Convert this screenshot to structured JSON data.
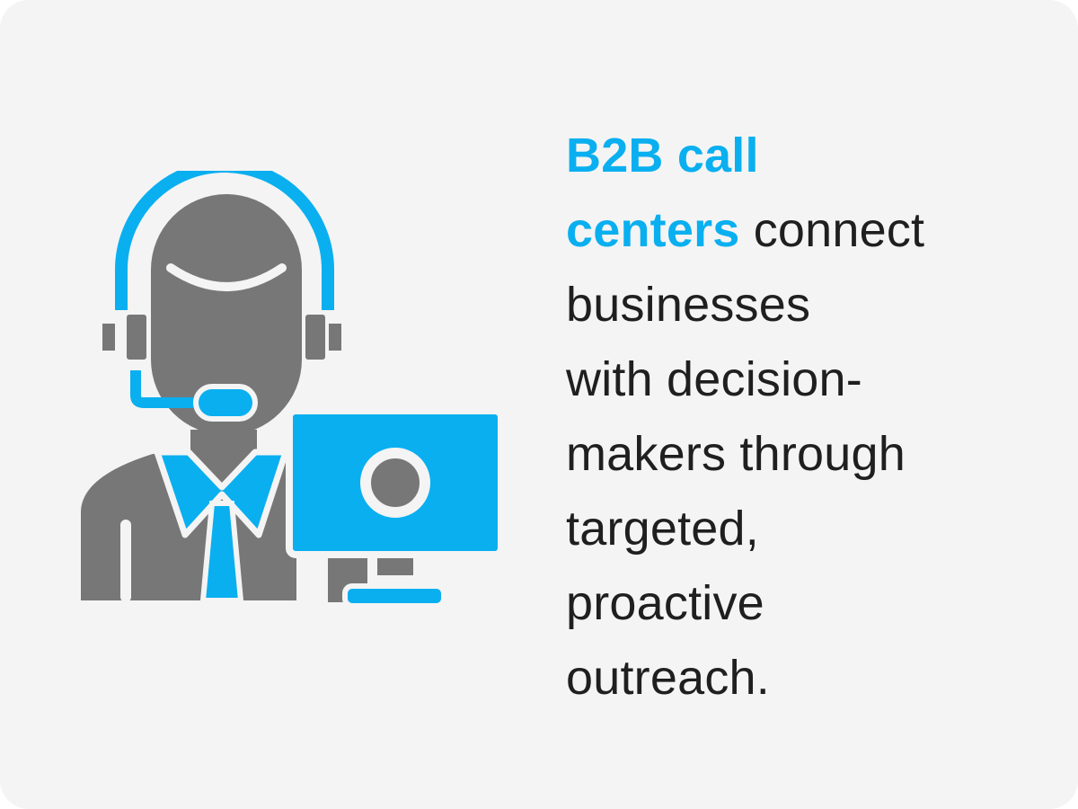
{
  "colors": {
    "background": "#f4f4f4",
    "accent": "#0aaff0",
    "figure_gray": "#777777",
    "text": "#1f1f1f"
  },
  "illustration": {
    "icon": "call-center-agent-icon",
    "parts": [
      "headset",
      "microphone",
      "person",
      "tie",
      "computer-monitor"
    ]
  },
  "headline": {
    "lines": [
      {
        "highlight": "B2B call",
        "rest": ""
      },
      {
        "highlight": "centers",
        "rest": " connect"
      },
      {
        "highlight": "",
        "rest": "businesses"
      },
      {
        "highlight": "",
        "rest": "with decision-"
      },
      {
        "highlight": "",
        "rest": "makers through"
      },
      {
        "highlight": "",
        "rest": "targeted,"
      },
      {
        "highlight": "",
        "rest": "proactive"
      },
      {
        "highlight": "",
        "rest": "outreach."
      }
    ],
    "full_text": "B2B call centers connect businesses with decision-makers through targeted, proactive outreach."
  }
}
